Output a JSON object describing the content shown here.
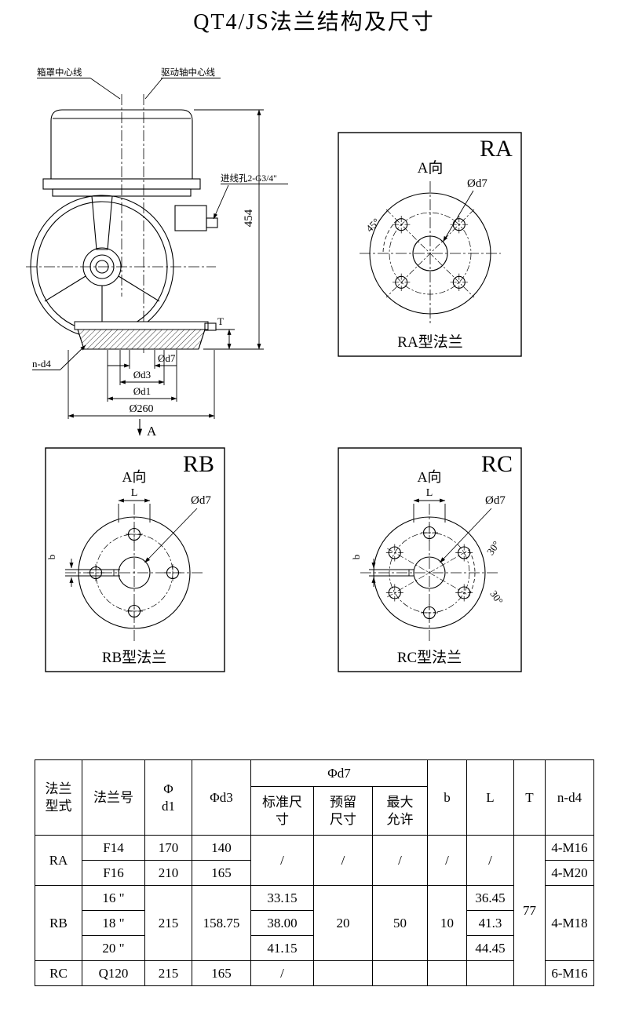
{
  "title": "QT4/JS法兰结构及尺寸",
  "main": {
    "label_box_centerline": "箱罩中心线",
    "label_shaft_centerline": "驱动轴中心线",
    "label_inlet": "进线孔2-G3/4\"",
    "dim_height": "454",
    "dim_t": "T",
    "label_nd4": "n-d4",
    "dim_d7": "Ød7",
    "dim_d3": "Ød3",
    "dim_d1": "Ød1",
    "dim_d260": "Ø260",
    "view_arrow": "A"
  },
  "ra": {
    "code": "RA",
    "view": "A向",
    "d7": "Ød7",
    "angle": "45°",
    "caption": "RA型法兰"
  },
  "rb": {
    "code": "RB",
    "view": "A向",
    "dim_l": "L",
    "d7": "Ød7",
    "dim_b": "b",
    "caption": "RB型法兰"
  },
  "rc": {
    "code": "RC",
    "view": "A向",
    "dim_l": "L",
    "d7": "Ød7",
    "dim_b": "b",
    "angle_top": "30°",
    "angle_bottom": "30°",
    "caption": "RC型法兰"
  },
  "table": {
    "h_type": "法兰\n型式",
    "h_number": "法兰号",
    "h_d1": "Φ\nd1",
    "h_d3": "Φd3",
    "h_d7": "Φd7",
    "h_d7_std": "标准尺\n寸",
    "h_d7_res": "预留\n尺寸",
    "h_d7_max": "最大\n允许",
    "h_b": "b",
    "h_l": "L",
    "h_t": "T",
    "h_nd4": "n-d4",
    "t_value": "77",
    "ra": {
      "label": "RA",
      "d7_std": "/",
      "d7_res": "/",
      "d7_max": "/",
      "b": "/",
      "l": "/",
      "rows": [
        {
          "num": "F14",
          "d1": "170",
          "d3": "140",
          "nd4": "4-M16"
        },
        {
          "num": "F16",
          "d1": "210",
          "d3": "165",
          "nd4": "4-M20"
        }
      ]
    },
    "rb": {
      "label": "RB",
      "d1": "215",
      "d3": "158.75",
      "d7_res": "20",
      "d7_max": "50",
      "b": "10",
      "nd4": "4-M18",
      "rows": [
        {
          "num": "16 \"",
          "d7_std": "33.15",
          "l": "36.45"
        },
        {
          "num": "18 \"",
          "d7_std": "38.00",
          "l": "41.3"
        },
        {
          "num": "20 \"",
          "d7_std": "41.15",
          "l": "44.45"
        }
      ]
    },
    "rc": {
      "label": "RC",
      "num": "Q120",
      "d1": "215",
      "d3": "165",
      "d7_std": "/",
      "d7_res": "",
      "d7_max": "",
      "b": "",
      "l": "",
      "nd4": "6-M16"
    }
  }
}
